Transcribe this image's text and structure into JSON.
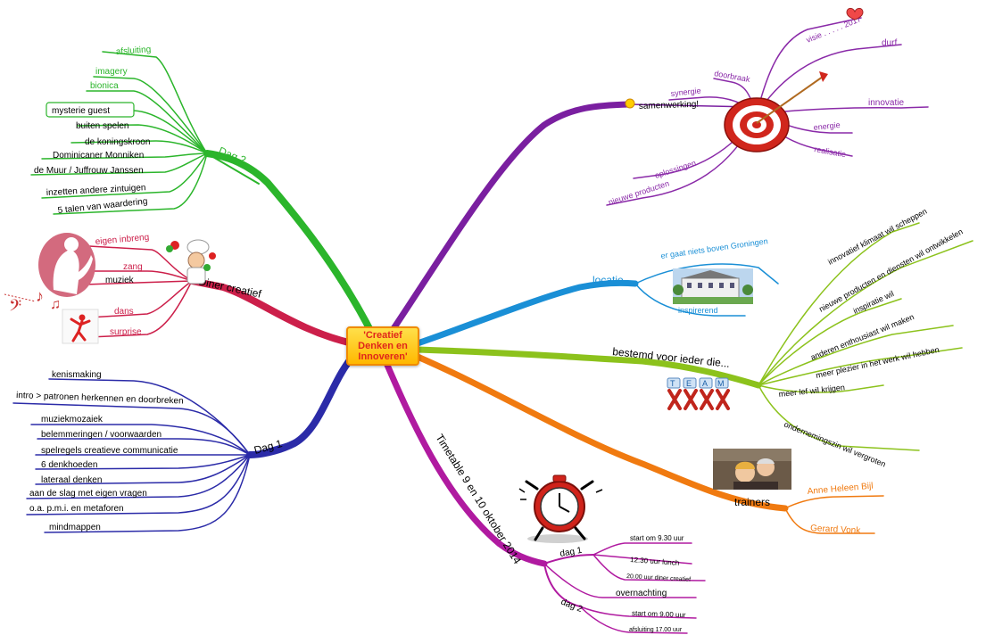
{
  "center": "'Creatief Denken en Innoveren'",
  "colors": {
    "dag2": "#2bb52b",
    "diner": "#cc1f4a",
    "dag1": "#2b2ba8",
    "timetable": "#b01aa0",
    "trainers": "#f07a10",
    "bestemd": "#8cc21c",
    "locatie": "#1a8fd6",
    "samenwerking": "#7a1fa0"
  },
  "branches": {
    "dag2": {
      "label": "Dag 2",
      "items": [
        "afsluiting",
        "imagery",
        "bionica",
        "mysterie guest",
        "buiten spelen",
        "de koningskroon",
        "Dominicaner Monniken",
        "de Muur / Juffrouw Janssen",
        "inzetten andere zintuigen",
        "5 talen van waardering"
      ]
    },
    "diner": {
      "label": "Diner creatief",
      "items": [
        "eigen inbreng",
        "zang",
        "muziek",
        "dans",
        "surprise"
      ]
    },
    "dag1": {
      "label": "Dag 1",
      "items": [
        "kenismaking",
        "intro > patronen herkennen en doorbreken",
        "muziekmozaiek",
        "belemmeringen / voorwaarden",
        "spelregels creatieve communicatie",
        "6 denkhoeden",
        "lateraal denken",
        "aan de slag met eigen vragen",
        "o.a. p.m.i. en metaforen",
        "mindmappen"
      ]
    },
    "timetable": {
      "label": "Timetable 9 en 10 oktober 2014",
      "dag1": {
        "label": "dag 1",
        "items": [
          "start om 9.30 uur",
          "12.30 uur lunch",
          "20.00 uur diner creatief"
        ]
      },
      "overnachting": "overnachting",
      "dag2": {
        "label": "dag 2",
        "items": [
          "start om 9.00 uur",
          "afsluiting 17.00 uur"
        ]
      }
    },
    "trainers": {
      "label": "trainers",
      "items": [
        "Anne Heleen Bijl",
        "Gerard Vonk"
      ]
    },
    "bestemd": {
      "label": "bestemd voor ieder die...",
      "items": [
        "innovatief klimaat wil scheppen",
        "nieuwe producten en diensten wil ontwikkelen",
        "inspiratie wil",
        "anderen enthousiast wil maken",
        "meer plezier in het werk wil hebben",
        "meer lef wil krijgen",
        "ondernemingszin wil vergroten"
      ],
      "team_letters": [
        "T",
        "E",
        "A",
        "M"
      ]
    },
    "locatie": {
      "label": "locatie",
      "items": [
        "er gaat niets boven Groningen",
        "inspirerend"
      ]
    },
    "samenwerking": {
      "label": "samenwerking!",
      "items": [
        "visie . . . . . 2017",
        "durf",
        "doorbraak",
        "synergie",
        "innovatie",
        "energie",
        "realisatie",
        "oplossingen",
        "nieuwe producten"
      ]
    }
  }
}
